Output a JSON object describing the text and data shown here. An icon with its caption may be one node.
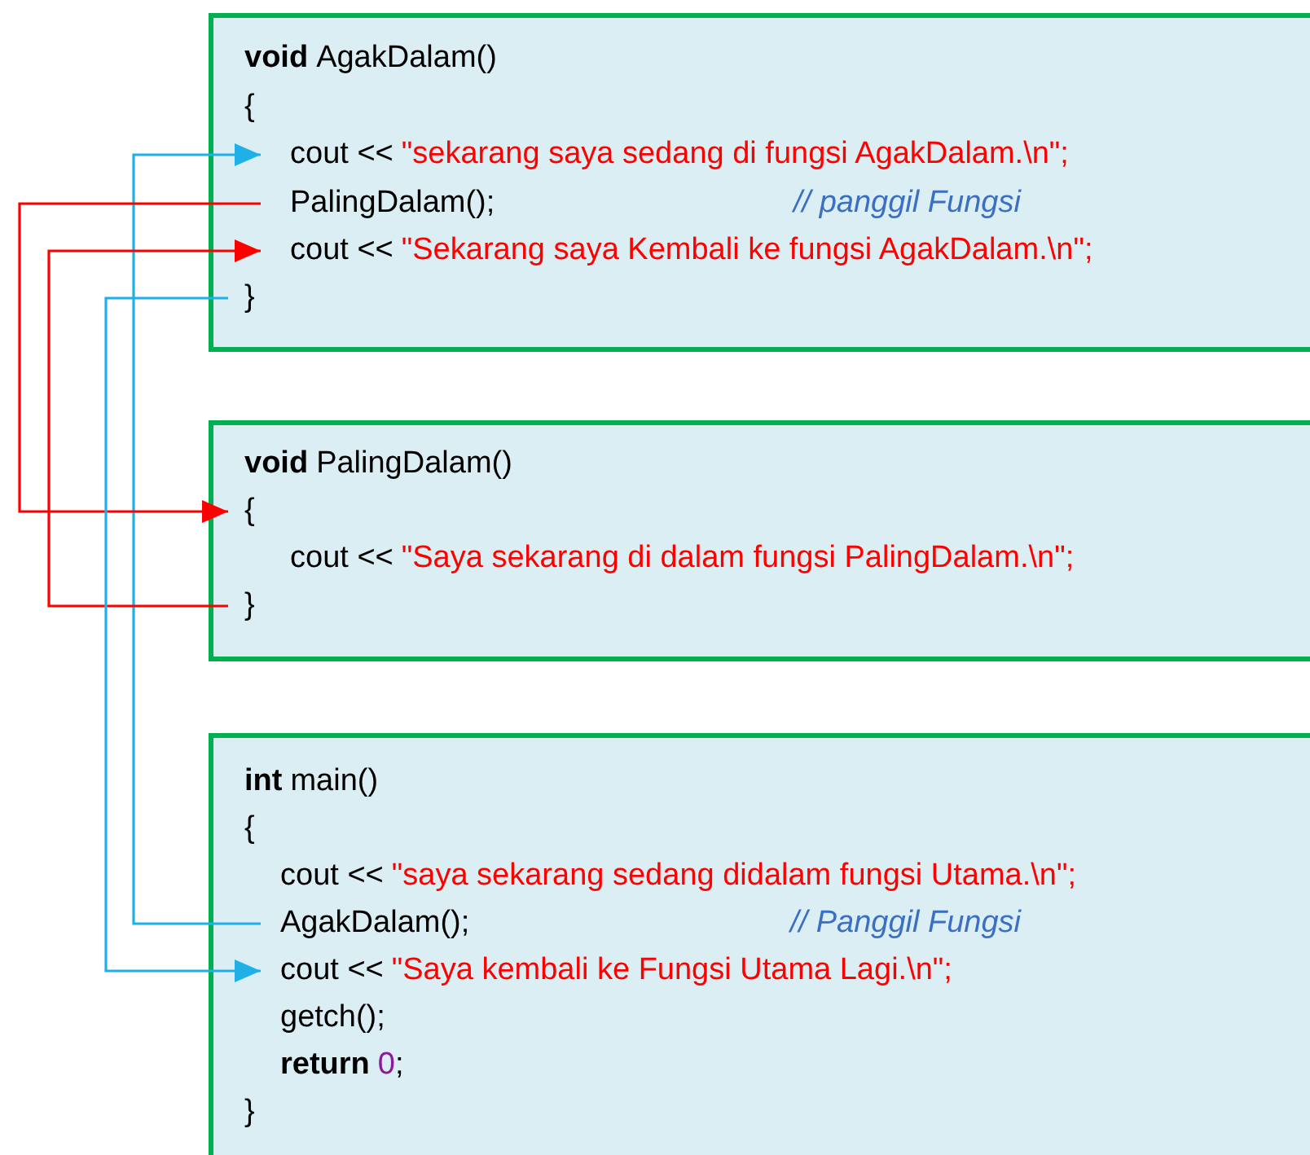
{
  "diagram": {
    "nodes": [
      {
        "text": [],
        "shape": "box"
      },
      {
        "text": [
          "void",
          "AgakDalam()"
        ],
        "in": 0
      },
      {
        "text": [
          "{"
        ],
        "in": 0
      },
      {
        "text": [
          "cout <<",
          "\"sekarang saya sedang di fungsi AgakDalam.\\n\";"
        ],
        "in": 0
      },
      {
        "text": [
          "PalingDalam();",
          "// panggil Fungsi"
        ],
        "in": 0
      },
      {
        "text": [
          "cout <<",
          "\"Sekarang saya Kembali ke fungsi AgakDalam.\\n\";"
        ],
        "in": 0
      },
      {
        "text": [
          "}"
        ],
        "in": 0
      },
      {
        "text": [],
        "shape": "box"
      },
      {
        "text": [
          "void",
          "PalingDalam()"
        ],
        "in": 7
      },
      {
        "text": [
          "{"
        ],
        "in": 7
      },
      {
        "text": [
          "cout <<",
          "\"Saya sekarang di dalam fungsi PalingDalam.\\n\";"
        ],
        "in": 7
      },
      {
        "text": [
          "}"
        ],
        "in": 7
      },
      {
        "text": [],
        "shape": "box"
      },
      {
        "text": [
          "int",
          "main()"
        ],
        "in": 12
      },
      {
        "text": [
          "{"
        ],
        "in": 12
      },
      {
        "text": [
          "cout <<",
          "\"saya sekarang sedang didalam fungsi Utama.\\n\";"
        ],
        "in": 12
      },
      {
        "text": [
          "AgakDalam();",
          "// Panggil Fungsi"
        ],
        "in": 12
      },
      {
        "text": [
          "cout <<",
          "\"Saya kembali ke Fungsi Utama Lagi.\\n\";"
        ],
        "in": 12
      },
      {
        "text": [
          "getch();"
        ],
        "in": 12
      },
      {
        "text": [
          "return",
          "0",
          ";"
        ],
        "in": 12
      },
      {
        "text": [
          "}"
        ],
        "in": 12
      }
    ],
    "edges": [
      {
        "from": 16,
        "to": 3,
        "arrow": "to",
        "color": "#1fb0e8"
      },
      {
        "from": 4,
        "to": 9,
        "arrow": "to",
        "color": "#ff0000"
      },
      {
        "from": 11,
        "to": 5,
        "arrow": "to",
        "color": "#ff0000"
      },
      {
        "from": 6,
        "to": 17,
        "arrow": "to",
        "color": "#1fb0e8"
      }
    ]
  }
}
